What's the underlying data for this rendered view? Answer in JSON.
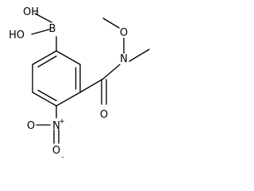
{
  "molecule": {
    "atoms": {
      "boronic_oh_upper": "OH",
      "boronic_oh_lower": "HO",
      "boron": "B",
      "methoxy_oxygen": "O",
      "amide_nitrogen": "N",
      "carbonyl_oxygen": "O",
      "nitro_nitrogen": "N",
      "nitro_charge_plus": "+",
      "nitro_oxygen_left": "O",
      "nitro_oxygen_down": "O",
      "nitro_charge_minus": "-"
    }
  }
}
